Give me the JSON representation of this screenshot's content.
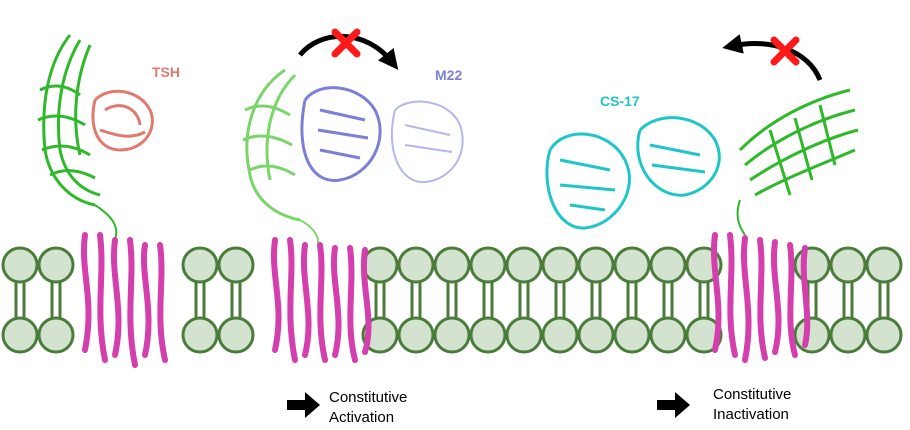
{
  "labels": {
    "tsh": "TSH",
    "m22": "M22",
    "cs17": "CS-17"
  },
  "captions": {
    "activation_line1": "Constitutive",
    "activation_line2": "Activation",
    "inactivation_line1": "Constitutive",
    "inactivation_line2": "Inactivation"
  },
  "colors": {
    "membrane_fill": "#d3e3cf",
    "membrane_stroke": "#4a7c3a",
    "receptor_ecd": "#2fb82a",
    "receptor_ecd_light": "#7bd66a",
    "tmd": "#d43fae",
    "tsh": "#e07a6e",
    "m22": "#7b7fd6",
    "cs17": "#1fc6c8",
    "blocked_mark": "#ff1a1a",
    "arrow": "#000000"
  },
  "icons": {
    "blocked": "red-x-icon",
    "rotation_arrow": "curved-arrow-icon",
    "result_arrow": "right-arrow-icon"
  }
}
